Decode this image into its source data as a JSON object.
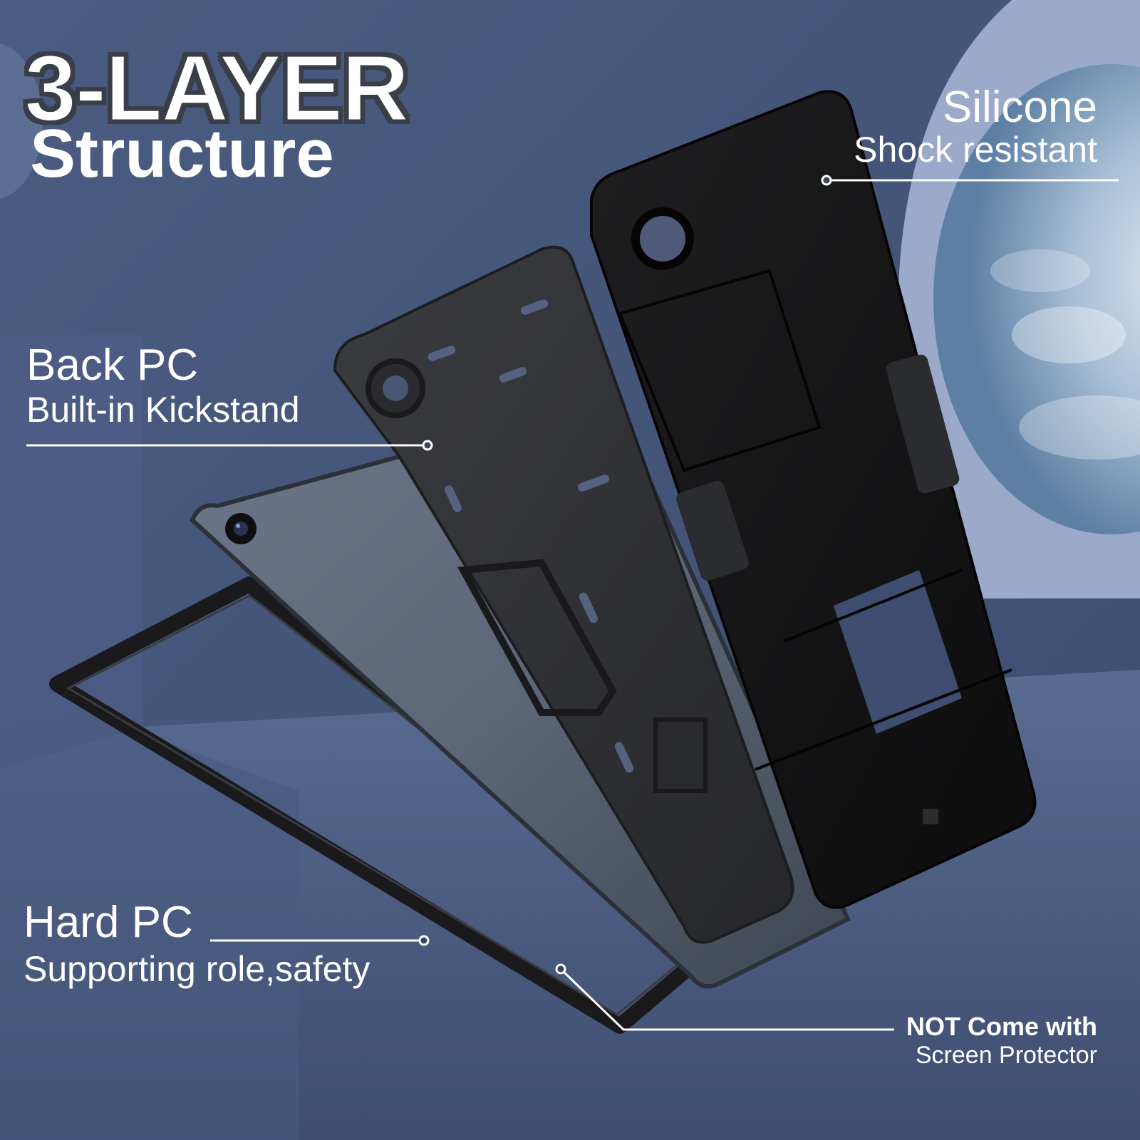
{
  "headline": {
    "line1": "3-LAYER",
    "line2": "Structure"
  },
  "callouts": {
    "silicone": {
      "title": "Silicone",
      "subtitle": "Shock resistant"
    },
    "back_pc": {
      "title": "Back PC",
      "subtitle": "Built-in Kickstand"
    },
    "hard_pc": {
      "title": "Hard PC",
      "subtitle": "Supporting role,safety"
    },
    "note": {
      "title": "NOT Come with",
      "subtitle": "Screen Protector"
    }
  },
  "colors": {
    "background": "#4a5b80",
    "case": "#141414",
    "back_pc": "#2f3033",
    "tablet": "#5a6478",
    "accent_text": "#ffffff"
  }
}
